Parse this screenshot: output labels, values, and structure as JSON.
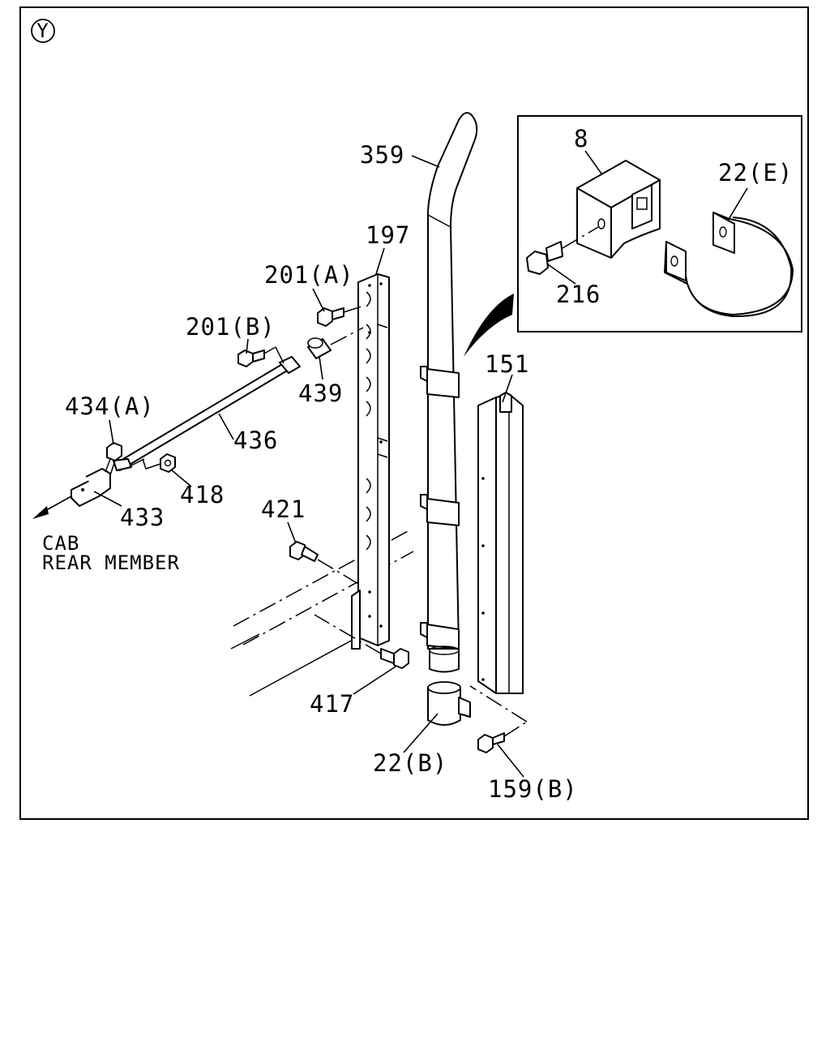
{
  "view_marker": "Y",
  "callouts": {
    "p359": "359",
    "p197": "197",
    "p201a": "201(A)",
    "p201b": "201(B)",
    "p439": "439",
    "p434a": "434(A)",
    "p436": "436",
    "p418": "418",
    "p433": "433",
    "p421": "421",
    "p417": "417",
    "p22b": "22(B)",
    "p159b": "159(B)",
    "p151": "151",
    "p8": "8",
    "p22e": "22(E)",
    "p216": "216"
  },
  "note": {
    "line1": "CAB",
    "line2": "REAR MEMBER"
  }
}
